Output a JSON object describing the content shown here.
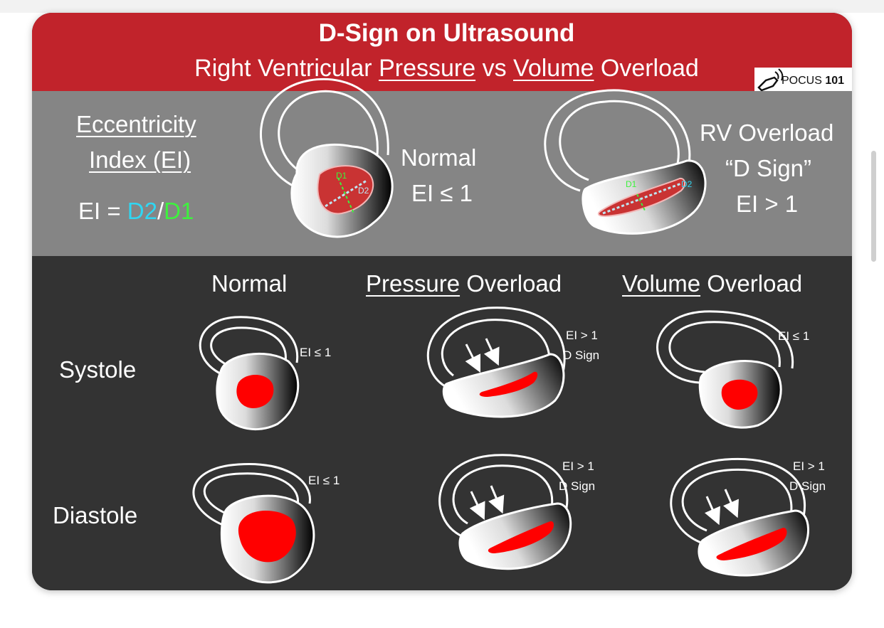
{
  "header": {
    "title": "D-Sign on Ultrasound",
    "subtitle_part1": "Right Ventricular ",
    "subtitle_pressure": "Pressure",
    "subtitle_vs": " vs ",
    "subtitle_volume": "Volume",
    "subtitle_part2": " Overload",
    "logo_name": "POCUS",
    "logo_number": "101"
  },
  "eccentricity": {
    "heading_line1": "Eccentricity",
    "heading_line2": "Index (EI)",
    "formula_prefix": "EI = ",
    "formula_d2": "D2",
    "formula_slash": "/",
    "formula_d1": "D1",
    "d1_label": "D1",
    "d2_label": "D2",
    "normal_label": "Normal",
    "normal_ei": "EI ≤ 1",
    "rv_line1": "RV Overload",
    "rv_line2": "“D Sign”",
    "rv_ei": "EI > 1"
  },
  "grid": {
    "col_normal": "Normal",
    "col_pressure_u": "Pressure",
    "col_pressure_rest": " Overload",
    "col_volume_u": "Volume",
    "col_volume_rest": " Overload",
    "row_systole": "Systole",
    "row_diastole": "Diastole",
    "ei_le_1": "EI ≤ 1",
    "ei_gt_1": "EI > 1",
    "d_sign": "D Sign"
  },
  "colors": {
    "header_red": "#c1232b",
    "d1_green": "#3df23d",
    "d2_cyan": "#2fd6f2",
    "lumen_red": "#ff0000"
  }
}
